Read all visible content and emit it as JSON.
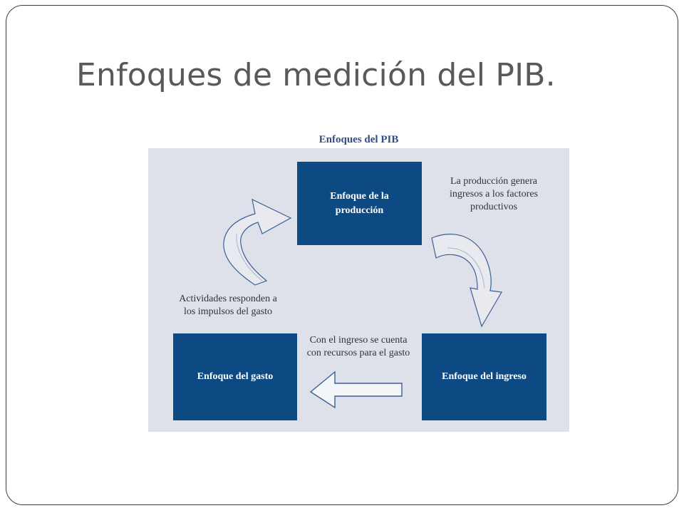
{
  "slide": {
    "title": "Enfoques de medición del PIB."
  },
  "diagram": {
    "title": "Enfoques del PIB",
    "boxes": {
      "produccion": "Enfoque de la producción",
      "gasto": "Enfoque del gasto",
      "ingreso": "Enfoque del ingreso"
    },
    "notes": {
      "produccion_a_ingreso": "La producción genera\ningresos a los factores\nproductivos",
      "ingreso_a_gasto": "Con el ingreso se cuenta\ncon recursos para el gasto",
      "gasto_a_produccion": "Actividades responden a\nlos impulsos del gasto"
    },
    "colors": {
      "box_fill": "#0d4a84",
      "panel_fill": "#dee0ea",
      "title_color": "#2e4f86",
      "arrow_fill": "#e8eaf0",
      "arrow_stroke": "#3b6096"
    }
  }
}
